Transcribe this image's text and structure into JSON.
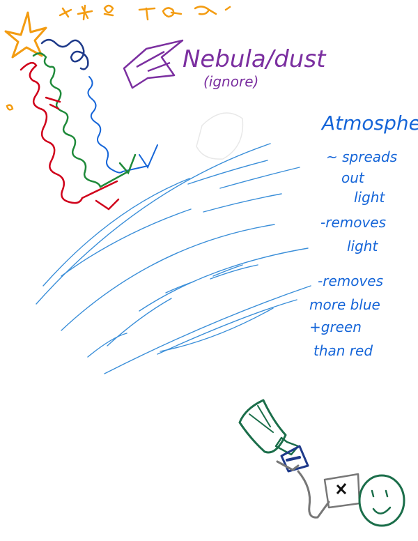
{
  "nebula": {
    "label": "Nebula/dust",
    "note": "(ignore)"
  },
  "atmosphere": {
    "title": "Atmosphere",
    "lines": [
      "~ spreads",
      "out",
      "light",
      "-removes",
      "light",
      "-removes",
      "more blue",
      "+green",
      "than red"
    ]
  },
  "colors": {
    "orange": "#f39c12",
    "red": "#d0021b",
    "green": "#1f8a3a",
    "navy": "#1e3a8a",
    "blue": "#1565d8",
    "purple": "#7b2fa0",
    "sky": "#3b8fd9",
    "teal": "#1b6e4a",
    "gray": "#777777"
  }
}
